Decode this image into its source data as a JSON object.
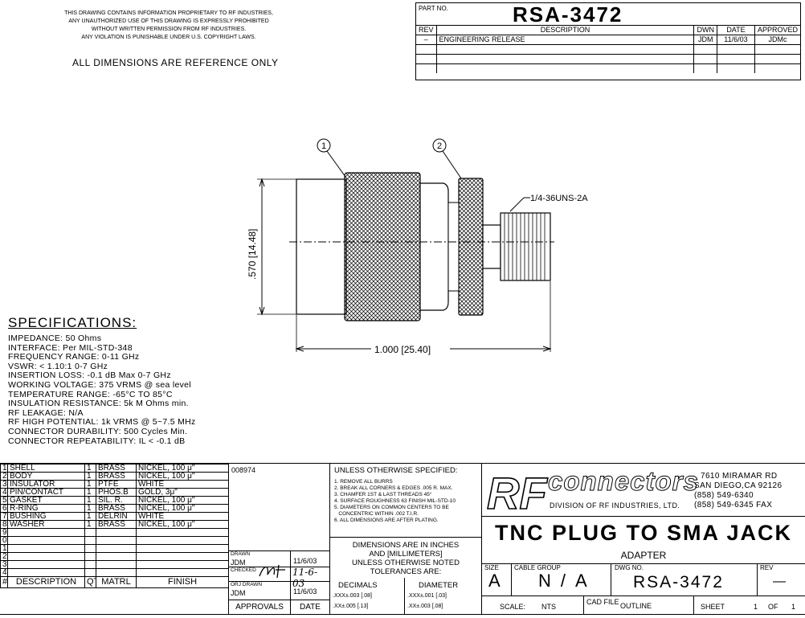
{
  "notice": {
    "lines": [
      "THIS DRAWING CONTAINS INFORMATION PROPRIETARY TO RF INDUSTRIES,",
      "ANY UNAUTHORIZED USE OF THIS DRAWING IS EXPRESSLY PROHIBITED",
      "WITHOUT WRITTEN PERMISSION FROM RF INDUSTRIES.",
      "ANY VIOLATION IS PUNISHABLE UNDER U.S. COPYRIGHT LAWS."
    ],
    "reference": "ALL DIMENSIONS ARE REFERENCE ONLY"
  },
  "revision_block": {
    "part_no_label": "PART NO.",
    "part_no": "RSA-3472",
    "headers": {
      "rev": "REV",
      "description": "DESCRIPTION",
      "dwn": "DWN",
      "date": "DATE",
      "approved": "APPROVED"
    },
    "rows": [
      {
        "rev": "–",
        "description": "ENGINEERING RELEASE",
        "dwn": "JDM",
        "date": "11/6/03",
        "approved": "JDMc"
      },
      {
        "rev": "",
        "description": "",
        "dwn": "",
        "date": "",
        "approved": ""
      },
      {
        "rev": "",
        "description": "",
        "dwn": "",
        "date": "",
        "approved": ""
      },
      {
        "rev": "",
        "description": "",
        "dwn": "",
        "date": "",
        "approved": ""
      }
    ]
  },
  "drawing": {
    "balloon_1": "1",
    "balloon_2": "2",
    "thread_callout": "1/4-36UNS-2A",
    "height_dim": ".570 [14.48]",
    "length_dim": "1.000 [25.40]"
  },
  "specifications": {
    "title": "SPECIFICATIONS:",
    "lines": [
      "IMPEDANCE: 50 Ohms",
      "INTERFACE: Per MIL-STD-348",
      "FREQUENCY RANGE: 0-11 GHz",
      "VSWR: < 1.10:1 0-7 GHz",
      "INSERTION LOSS:  -0.1 dB Max  0-7 GHz",
      "WORKING VOLTAGE: 375 VRMS @ sea level",
      "TEMPERATURE RANGE: -65°C TO 85°C",
      "INSULATION RESISTANCE: 5k M Ohms min.",
      "RF LEAKAGE: N/A",
      "RF HIGH POTENTIAL: 1k VRMS @ 5~7.5 MHz",
      "CONNECTOR DURABILITY: 500 Cycles Min.",
      "CONNECTOR REPEATABILITY: IL < -0.1 dB"
    ]
  },
  "bom": {
    "rows": [
      {
        "n": "1",
        "desc": "SHELL",
        "qty": "1",
        "matl": "BRASS",
        "finish": "NICKEL, 100 μ\""
      },
      {
        "n": "2",
        "desc": "BODY",
        "qty": "1",
        "matl": "BRASS",
        "finish": "NICKEL, 100 μ\""
      },
      {
        "n": "3",
        "desc": "INSULATOR",
        "qty": "1",
        "matl": "PTFE",
        "finish": "WHITE"
      },
      {
        "n": "4",
        "desc": "PIN/CONTACT",
        "qty": "1",
        "matl": "PHOS.B",
        "finish": "GOLD, 3μ\""
      },
      {
        "n": "5",
        "desc": "GASKET",
        "qty": "1",
        "matl": "SIL. R.",
        "finish": "NICKEL, 100 μ\""
      },
      {
        "n": "6",
        "desc": "R-RING",
        "qty": "1",
        "matl": "BRASS",
        "finish": "NICKEL, 100 μ\""
      },
      {
        "n": "7",
        "desc": "BUSHING",
        "qty": "1",
        "matl": "DELRIN",
        "finish": "WHITE"
      },
      {
        "n": "8",
        "desc": "WASHER",
        "qty": "1",
        "matl": "BRASS",
        "finish": "NICKEL, 100 μ\""
      },
      {
        "n": "9",
        "desc": "",
        "qty": "",
        "matl": "",
        "finish": ""
      },
      {
        "n": "0",
        "desc": "",
        "qty": "",
        "matl": "",
        "finish": ""
      },
      {
        "n": "1",
        "desc": "",
        "qty": "",
        "matl": "",
        "finish": ""
      },
      {
        "n": "2",
        "desc": "",
        "qty": "",
        "matl": "",
        "finish": ""
      },
      {
        "n": "3",
        "desc": "",
        "qty": "",
        "matl": "",
        "finish": ""
      },
      {
        "n": "4",
        "desc": "",
        "qty": "",
        "matl": "",
        "finish": ""
      }
    ],
    "footer": {
      "n": "#",
      "desc": "DESCRIPTION",
      "qty": "QTY",
      "matl": "MATRL",
      "finish": "FINISH"
    }
  },
  "approvals": {
    "ref_no": "008974",
    "drawn_label": "DRAWN",
    "drawn_by": "JDM",
    "drawn_date": "11/6/03",
    "checked_label": "CHECKED",
    "checked_date": "11-6-03",
    "orj_label": "ORJ DRAWN",
    "orj_by": "JDM",
    "orj_date": "11/6/03",
    "footer_approvals": "APPROVALS",
    "footer_date": "DATE"
  },
  "notes": {
    "header": "UNLESS OTHERWISE SPECIFIED:",
    "items": [
      "1. REMOVE ALL BURRS",
      "2. BREAK ALL CORNERS & EDGES .005 R. MAX.",
      "3. CHAMFER 1ST & LAST THREADS 45°",
      "4. SURFACE ROUGHNESS 63 FINISH MIL-STD-10",
      "5. DIAMETERS ON COMMON CENTERS TO BE",
      "   CONCENTRIC WITHIN .002 T.I.R.",
      "6. ALL DIMENSIONS ARE AFTER PLATING."
    ],
    "dims_line1": "DIMENSIONS ARE IN INCHES",
    "dims_line2": "AND [MILLIMETERS]",
    "tol_line1": "UNLESS OTHERWISE NOTED",
    "tol_line2": "TOLERANCES ARE:",
    "decimals_label": "DECIMALS",
    "diameter_label": "DIAMETER",
    "dec_1": ".XXX±.003 [.08]",
    "dec_2": ".XX±.005 [.13]",
    "dia_1": ".XXX±.001 [.03]",
    "dia_2": ".XX±.003 [.08]"
  },
  "title_block": {
    "logo_text": "RF",
    "brand": "connectors",
    "division": "DIVISION OF RF INDUSTRIES, LTD.",
    "address1": "7610 MIRAMAR RD",
    "address2": "SAN DIEGO,CA 92126",
    "phone": "(858) 549-6340",
    "fax": "(858) 549-6345 FAX",
    "title": "TNC PLUG TO SMA JACK",
    "subtitle": "ADAPTER",
    "size_label": "SIZE",
    "size": "A",
    "cable_label": "CABLE GROUP",
    "cable": "N/A",
    "dwg_label": "DWG NO.",
    "dwg": "RSA-3472",
    "rev_label": "REV",
    "rev": "—",
    "scale_label": "SCALE:",
    "scale": "NTS",
    "cad_label": "CAD FILE",
    "cad": "OUTLINE",
    "sheet_label": "SHEET",
    "sheet": "1",
    "of_label": "OF",
    "sheets": "1"
  }
}
